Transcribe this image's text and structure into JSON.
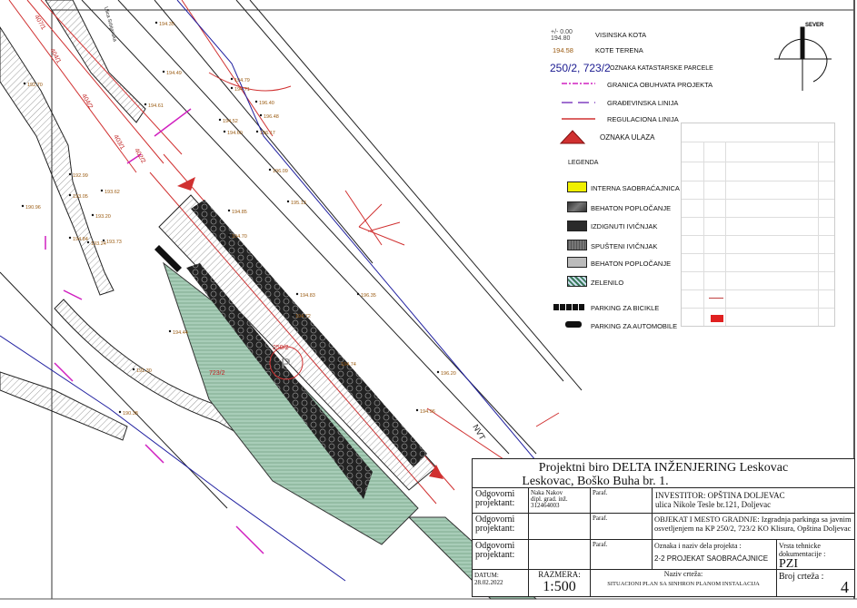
{
  "colors": {
    "regulation": "#d03030",
    "construction": "#8040c0",
    "boundary": "#d020c0",
    "blue": "#2020a0",
    "green": "#9fc8b0",
    "yellow": "#f0f000",
    "elev": "#9a5a10"
  },
  "legend_top": {
    "visinska_kota_sample": "+/- 0.00",
    "visinska_kota_value": "194.80",
    "visinska_kota": "VISINSKA KOTA",
    "kote_terena_sample": "194.58",
    "kote_terena": "KOTE TERENA",
    "parcel_sample": "250/2, 723/2",
    "parcel_label": "OZNAKA KATASTARSKE PARCELE",
    "granica": "GRANICA OBUHVATA PROJEKTA",
    "gradjevinska": "GRAĐEVINSKA LINIJA",
    "regulaciona": "REGULACIONA LINIJA",
    "ulaz": "OZNAKA ULAZA",
    "north": "SEVER"
  },
  "legend": {
    "title": "LEGENDA",
    "items": [
      {
        "label": "INTERNA SAOBRAĆAJNICA"
      },
      {
        "label": "BEHATON POPLOČANJE"
      },
      {
        "label": "IZDIGNUTI IVIČNJAK"
      },
      {
        "label": "SPUŠTENI IVIČNJAK"
      },
      {
        "label": "BEHATON POPLOČANJE"
      },
      {
        "label": "ZELENILO"
      },
      {
        "label": "PARKING ZA BICIKLE"
      },
      {
        "label": "PARKING ZA AUTOMOBILE"
      }
    ]
  },
  "map": {
    "parcels": [
      "407/1",
      "404/1",
      "404/2",
      "403/1",
      "402/2",
      "723/2",
      "250/2"
    ],
    "street": "Ulica Srbijanska",
    "parking": "P",
    "elevations": [
      "194.35",
      "194.49",
      "194.71",
      "194.79",
      "196.40",
      "196.48",
      "196.17",
      "196.09",
      "194.61",
      "194.85",
      "194.70",
      "195.13",
      "194.83",
      "194.72",
      "196.35",
      "194.74",
      "196.20",
      "194.96",
      "194.44",
      "194.84",
      "192.99",
      "193.05",
      "193.20",
      "193.73",
      "193.62",
      "192.70",
      "193.24",
      "190.96",
      "191.30",
      "190.38",
      "194.52",
      "194.60"
    ]
  },
  "title_block": {
    "firm": "Projektni biro DELTA INŽENJERING Leskovac",
    "address": "Leskovac, Boško Buha br. 1.",
    "role_label": "Odgovorni projektant:",
    "designer_name": "Naka Nakov",
    "designer_title": "dipl. grad. inž.",
    "designer_license": "312464003",
    "paraf": "Paraf.",
    "investor": "INVESTITOR: OPŠTINA DOLJEVAC",
    "investor_address": "ulica Nikole Tesle br.121, Doljevac",
    "object": "OBJEKAT I MESTO GRADNJE: Izgradnja parkinga sa javnim osvetljenjem na KP 250/2, 723/2   KO Klisura, Opština Doljevac",
    "part_label": "Oznaka i naziv dela projekta :",
    "part_value": "2-2  PROJEKAT SAOBRAĆAJNICE",
    "doc_type_label": "Vrsta tehnicke dokumentacije :",
    "doc_type": "PZI",
    "date_label": "DATUM:",
    "date": "28.02.2022",
    "scale_label": "RAZMERA:",
    "scale": "1:500",
    "drawing_name_label": "Naziv crteža:",
    "drawing_name": "SITUACIONI PLAN SA SINHRON PLANOM INSTALACIJA",
    "drawing_no_label": "Broj  crteža :",
    "drawing_no": "4"
  }
}
